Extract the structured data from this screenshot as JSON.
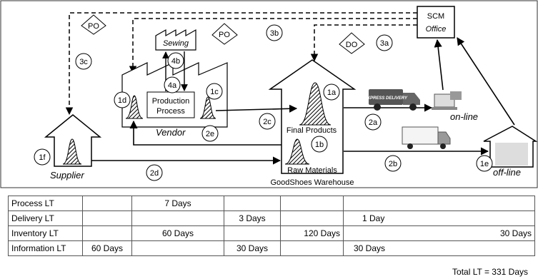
{
  "diagram": {
    "scm_office": {
      "line1": "SCM",
      "line2": "Office"
    },
    "sewing": "Sewing",
    "production": {
      "line1": "Production",
      "line2": "Process"
    },
    "vendor": "Vendor",
    "supplier": "Supplier",
    "final_products": "Final Products",
    "raw_materials": "Raw Materials",
    "warehouse": "GoodShoes Warehouse",
    "online": "on-line",
    "offline": "off-line",
    "tags": {
      "po_left": "PO",
      "po_mid": "PO",
      "do": "DO"
    },
    "truck_text": "EXPRESS DELIVERY",
    "steps": {
      "1a": "1a",
      "1b": "1b",
      "1c": "1c",
      "1d": "1d",
      "1e": "1e",
      "1f": "1f",
      "2a": "2a",
      "2b": "2b",
      "2c": "2c",
      "2d": "2d",
      "2e": "2e",
      "3a": "3a",
      "3b": "3b",
      "3c": "3c",
      "4a": "4a",
      "4b": "4b"
    }
  },
  "table": {
    "rows": [
      {
        "label": "Process LT",
        "cells": [
          "",
          "7 Days",
          "",
          "",
          ""
        ]
      },
      {
        "label": "Delivery LT",
        "cells": [
          "",
          "",
          "3 Days",
          "",
          "1 Day"
        ]
      },
      {
        "label": "Inventory LT",
        "cells": [
          "",
          "60 Days",
          "",
          "120 Days",
          "30 Days"
        ]
      },
      {
        "label": "Information LT",
        "cells": [
          "60 Days",
          "",
          "30 Days",
          "",
          "30 Days"
        ]
      }
    ]
  },
  "total": "Total LT = 331 Days"
}
